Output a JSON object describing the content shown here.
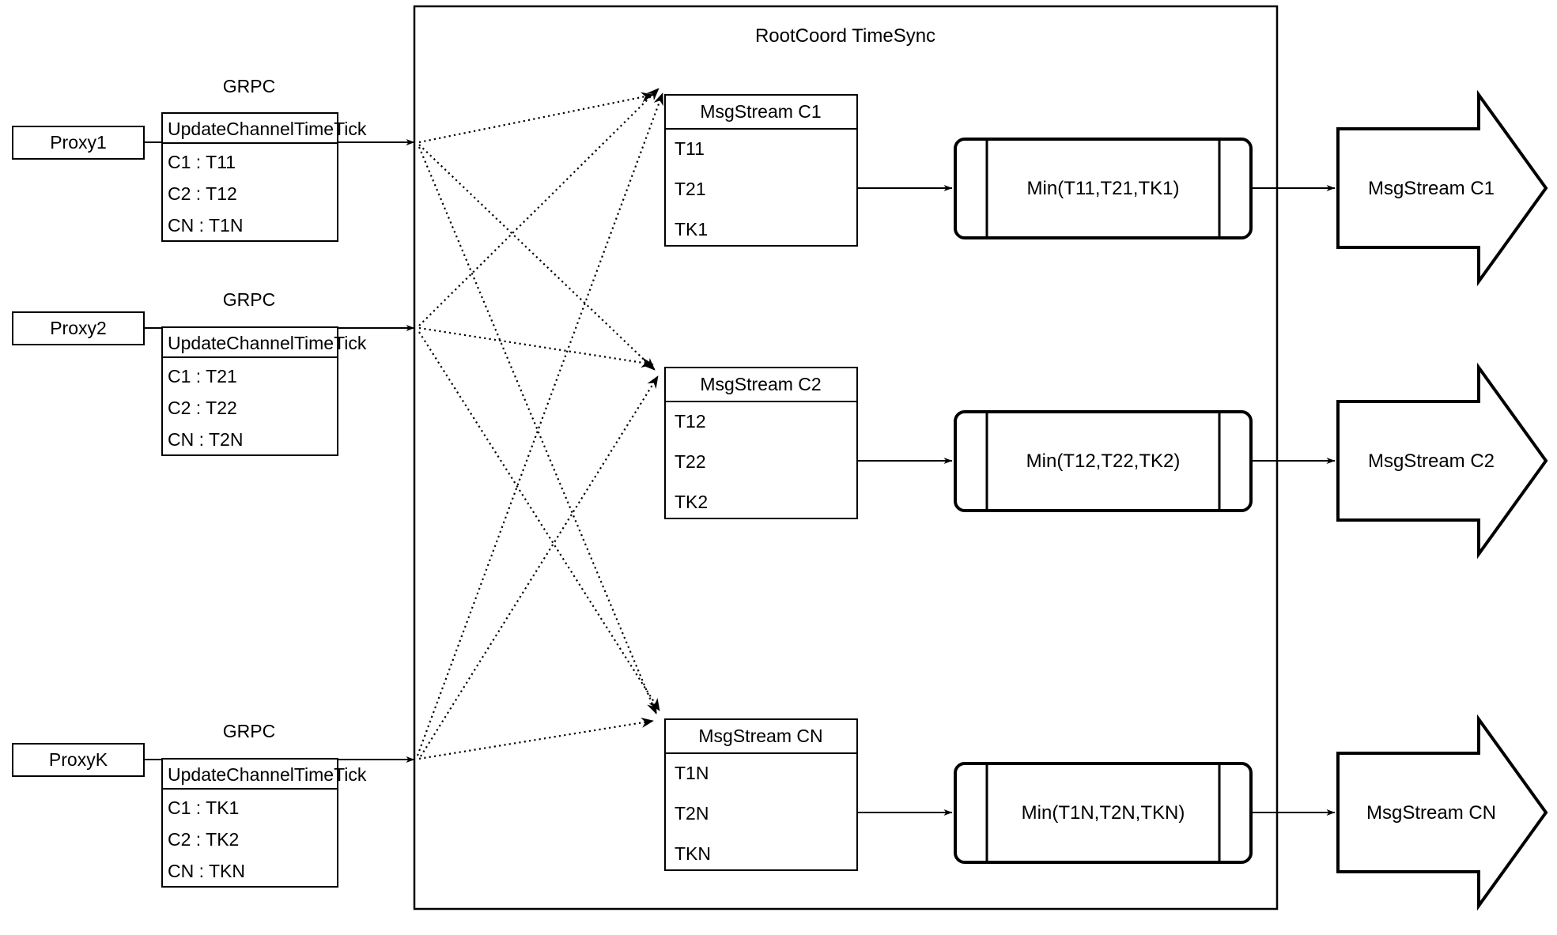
{
  "diagram": {
    "title": "RootCoord TimeSync",
    "grpc_label": "GRPC",
    "rpc_method": "UpdateChannelTimeTick",
    "proxies": [
      {
        "name": "Proxy1",
        "grpc": "GRPC",
        "method": "UpdateChannelTimeTick",
        "entries": [
          "C1 :  T11",
          "C2 :  T12",
          "CN : T1N"
        ]
      },
      {
        "name": "Proxy2",
        "grpc": "GRPC",
        "method": "UpdateChannelTimeTick",
        "entries": [
          "C1 :  T21",
          "C2 :  T22",
          "CN : T2N"
        ]
      },
      {
        "name": "ProxyK",
        "grpc": "GRPC",
        "method": "UpdateChannelTimeTick",
        "entries": [
          "C1 :  TK1",
          "C2 :  TK2",
          "CN : TKN"
        ]
      }
    ],
    "channels": [
      {
        "stream_title": "MsgStream C1",
        "ticks": [
          "T11",
          "T21",
          "TK1"
        ],
        "min_label": "Min(T11,T21,TK1)",
        "output_label": "MsgStream C1"
      },
      {
        "stream_title": "MsgStream C2",
        "ticks": [
          "T12",
          "T22",
          "TK2"
        ],
        "min_label": "Min(T12,T22,TK2)",
        "output_label": "MsgStream C2"
      },
      {
        "stream_title": "MsgStream CN",
        "ticks": [
          "T1N",
          "T2N",
          "TKN"
        ],
        "min_label": "Min(T1N,T2N,TKN)",
        "output_label": "MsgStream CN"
      }
    ],
    "colors": {
      "stroke": "#000000",
      "background": "#ffffff"
    }
  }
}
